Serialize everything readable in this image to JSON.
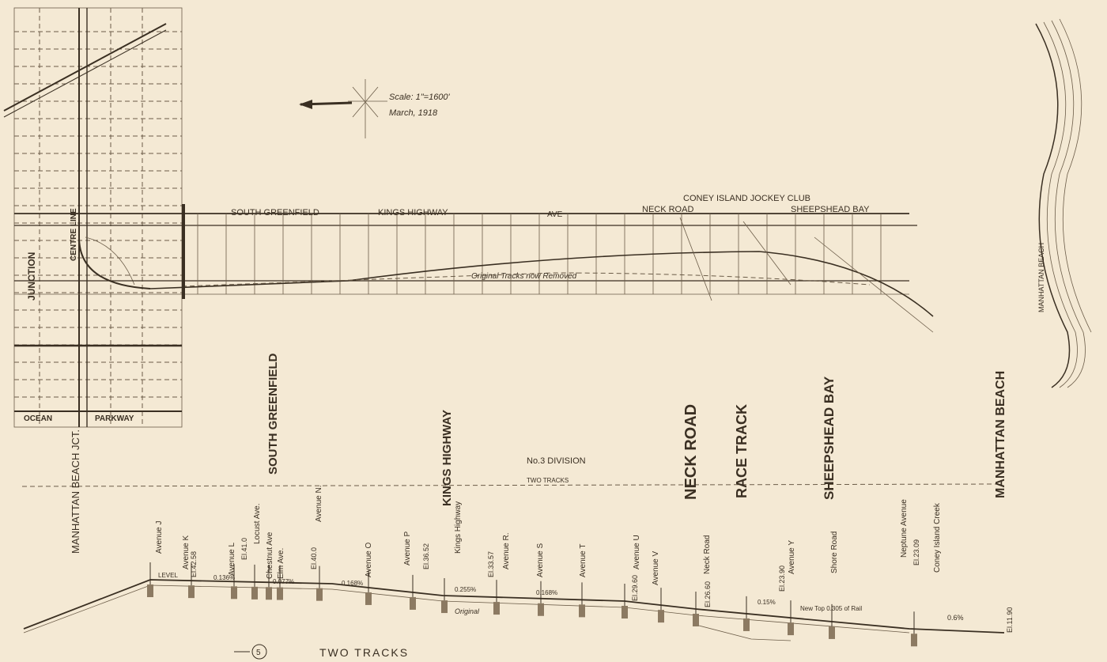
{
  "scale": {
    "line1": "Scale: 1\"=1600'",
    "line2": "March, 1918"
  },
  "plan_labels": {
    "south_greenfield": "SOUTH GREENFIELD",
    "kings_highway": "KINGS HIGHWAY",
    "neck_road": "NECK ROAD",
    "jockey_club": "CONEY ISLAND JOCKEY CLUB",
    "sheepshead_bay": "SHEEPSHEAD BAY",
    "ave": "AVE",
    "original_tracks": "Original  Tracks  now  Removed",
    "manhattan_beach": "MANHATTAN BEACH",
    "ocean": "OCEAN",
    "parkway": "PARKWAY",
    "junction": "JUNCTION",
    "centre_line": "CENTRE LINE"
  },
  "profile": {
    "division": "No.3 DIVISION",
    "two_tracks": "TWO  TRACKS",
    "bottom_two_tracks": "TWO  TRACKS",
    "circle_number": "5",
    "original": "Original",
    "level": "LEVEL",
    "new_top_rail": "New Top 0.305 of Rail",
    "grade_0136": "0.136%",
    "grade_0077": "0.077%",
    "grade_0168": "0.168%",
    "grade_0255": "0.255%",
    "grade_0168b": "0.168%",
    "grade_015": "0.15%",
    "grade_06": "0.6%",
    "stations_big": [
      {
        "label": "NECK ROAD"
      },
      {
        "label": "RACE TRACK"
      },
      {
        "label": "SHEEPSHEAD BAY"
      },
      {
        "label": "MANHATTAN BEACH"
      },
      {
        "label": "SOUTH GREENFIELD"
      },
      {
        "label": "KINGS HIGHWAY"
      }
    ],
    "stations_small": [
      {
        "label": "MANHATTAN BEACH JCT."
      },
      {
        "label": "Avenue J"
      },
      {
        "label": "Avenue K"
      },
      {
        "label": "Avenue L"
      },
      {
        "label": "Locust Ave."
      },
      {
        "label": "Chestnut Ave"
      },
      {
        "label": "Elm Ave."
      },
      {
        "label": "Avenue N."
      },
      {
        "label": "Avenue O"
      },
      {
        "label": "Avenue P"
      },
      {
        "label": "Kings Highway"
      },
      {
        "label": "Avenue R."
      },
      {
        "label": "Avenue S"
      },
      {
        "label": "Avenue T"
      },
      {
        "label": "Avenue U"
      },
      {
        "label": "Avenue V"
      },
      {
        "label": "Neck Road"
      },
      {
        "label": "Avenue Y"
      },
      {
        "label": "Shore Road"
      },
      {
        "label": "Neptune Avenue"
      },
      {
        "label": "Coney Island Creek"
      }
    ],
    "elevations": [
      {
        "label": "El.42.58"
      },
      {
        "label": "El.41.0"
      },
      {
        "label": "El.40.0"
      },
      {
        "label": "El.36.52"
      },
      {
        "label": "El.33.57"
      },
      {
        "label": "El.29.60"
      },
      {
        "label": "El.26.60"
      },
      {
        "label": "El.23.90"
      },
      {
        "label": "El.23.09"
      },
      {
        "label": "El.11.90"
      }
    ]
  }
}
